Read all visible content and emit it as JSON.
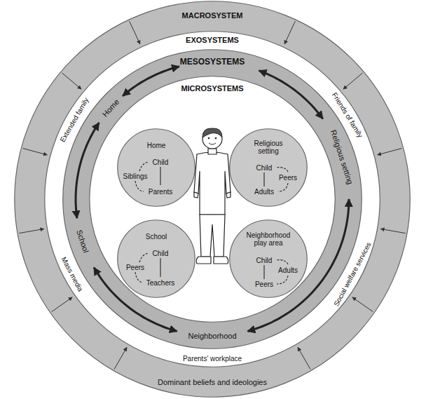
{
  "diagram": {
    "nodes": [
      {
        "text": [
          "MACROSYSTEM",
          "Dominant beliefs and ideologies"
        ]
      },
      {
        "text": [
          "EXOSYSTEMS",
          "Extended family",
          "Friends of family",
          "Mass media",
          "Social welfare services",
          "Parents' workplace"
        ],
        "in": 0
      },
      {
        "text": [
          "MESOSYSTEMS",
          "Home",
          "Religious setting",
          "School",
          "Neighborhood"
        ],
        "in": 1
      },
      {
        "text": [
          "MICROSYSTEMS"
        ],
        "in": 2
      },
      {
        "text": [
          "Home",
          "Child",
          "Siblings",
          "Parents"
        ],
        "in": 3
      },
      {
        "text": [
          "Religious setting",
          "Child",
          "Peers",
          "Adults"
        ],
        "in": 3
      },
      {
        "text": [
          "School",
          "Child",
          "Peers",
          "Teachers"
        ],
        "in": 3
      },
      {
        "text": [
          "Neighborhood play area",
          "Child",
          "Adults",
          "Peers"
        ],
        "in": 3
      }
    ]
  }
}
